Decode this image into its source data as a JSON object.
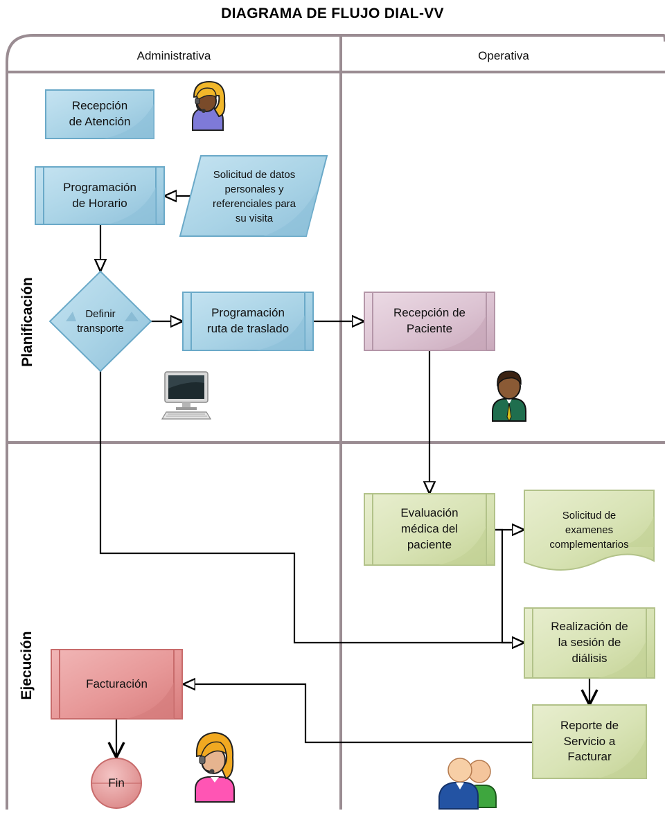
{
  "diagram": {
    "title": "DIAGRAMA DE FLUJO DIAL-VV",
    "lanes": [
      "Administrativa",
      "Operativa"
    ],
    "phases": [
      "Planificación",
      "Ejecución"
    ],
    "nodes": {
      "recepcion_atencion": "Recepción\nde Atención",
      "programacion_horario": "Programación\nde Horario",
      "solicitud_datos": "Solicitud de datos\npersonales y\nreferenciales para\nsu visita",
      "definir_transporte": "Definir\ntransporte",
      "programacion_ruta": "Programación\nruta de traslado",
      "recepcion_paciente": "Recepción de\nPaciente",
      "evaluacion_medica": "Evaluación\nmédica del\npaciente",
      "solicitud_examenes": "Solicitud de\nexamenes\ncomplementarios",
      "realizacion_sesion": "Realización de\nla sesión de\ndiálisis",
      "reporte_servicio": "Reporte de\nServicio a\nFacturar",
      "facturacion": "Facturación",
      "fin": "Fin"
    },
    "icons": [
      "operator-female-icon",
      "computer-icon",
      "businessman-icon",
      "operator-female-pink-icon",
      "users-group-icon"
    ],
    "colors": {
      "blue_fill": "#a9d3e6",
      "blue_border": "#6aa9c8",
      "purple_fill": "#dcc3d2",
      "purple_border": "#b496a8",
      "green_fill": "#d8e3b5",
      "green_border": "#b2c289",
      "red_fill": "#e79898",
      "red_border": "#c86b6b",
      "lane_border": "#9a8c92"
    }
  }
}
